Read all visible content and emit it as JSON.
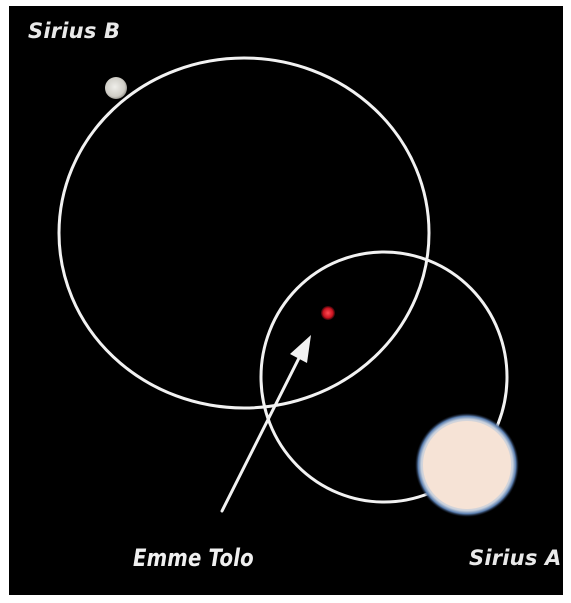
{
  "labels": {
    "sirius_b": "Sirius B",
    "sirius_a": "Sirius A",
    "emme_tolo": "Emme Tolo"
  },
  "colors": {
    "background": "#000000",
    "border": "#ffffff",
    "orbit_stroke": "#f2f2f2",
    "label_text": "#e9e9e9",
    "sirius_a_fill": "#f6e3d6",
    "sirius_a_glow": "#5b7fb0",
    "sirius_b_fill": "#d8d6d0",
    "emme_tolo_fill": "#d0202a",
    "arrow_fill": "#f2f2f2"
  }
}
